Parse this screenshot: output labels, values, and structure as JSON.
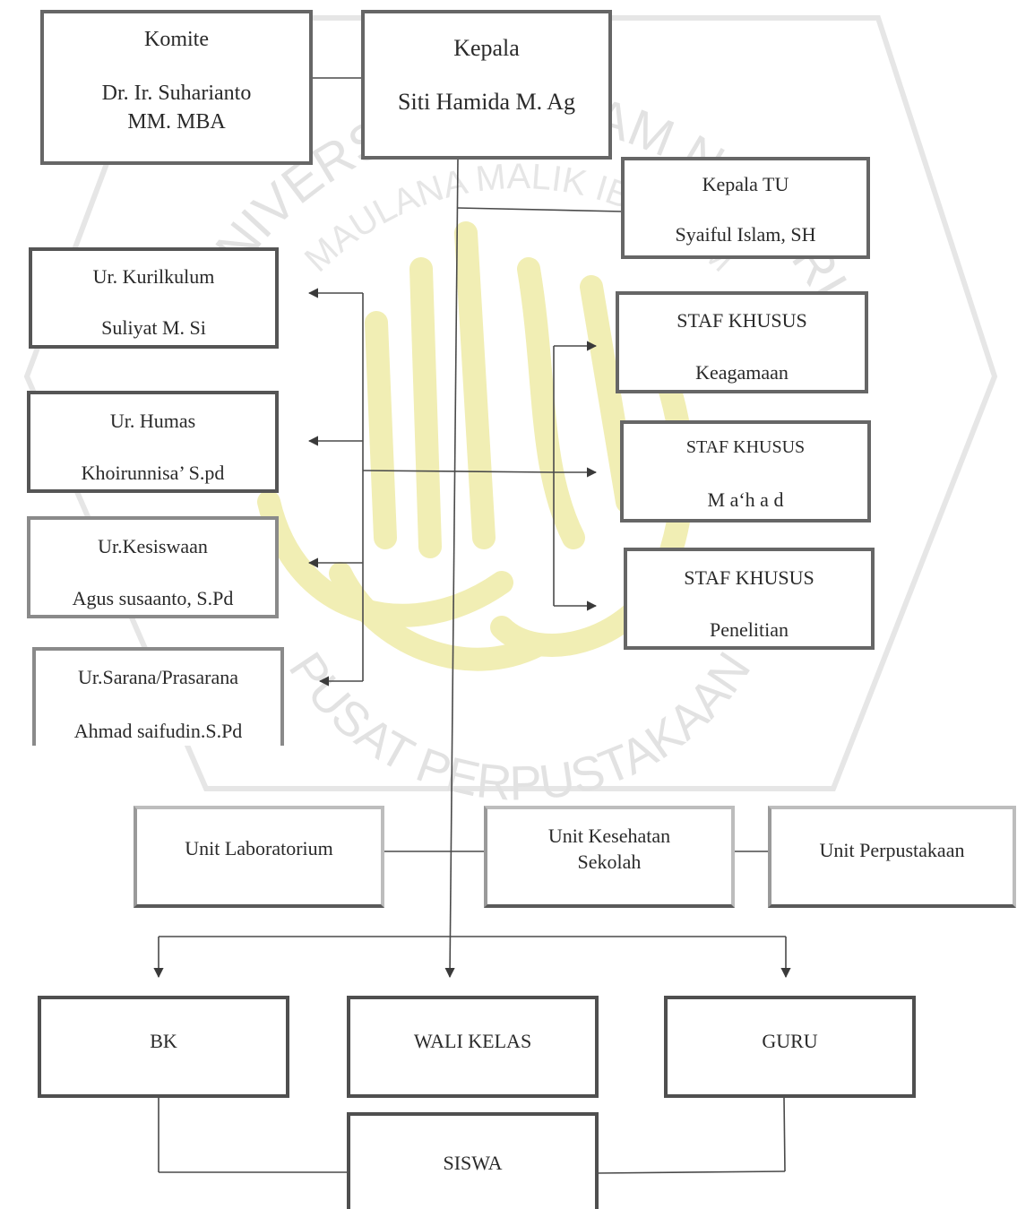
{
  "watermark": {
    "arc_text": "UNIVERSITAS ISLAM NEGERI",
    "arc_text_inner": "MAULANA MALIK IBRAHIM",
    "bottom_text": "PUSAT PERPUSTAKAAN",
    "color": "#dfdfdf",
    "emblem_color": "#f3efb0"
  },
  "komite": {
    "title": "Komite",
    "name_line1": "Dr. Ir. Suharianto",
    "name_line2": "MM. MBA"
  },
  "kepala": {
    "title": "Kepala",
    "name": "Siti Hamida M. Ag"
  },
  "kepala_tu": {
    "title": "Kepala TU",
    "name": "Syaiful Islam, SH"
  },
  "urusan": [
    {
      "title": "Ur. Kurilkulum",
      "name": "Suliyat M. Si"
    },
    {
      "title": "Ur. Humas",
      "name": "Khoirunnisa’ S.pd"
    },
    {
      "title": "Ur.Kesiswaan",
      "name": "Agus susaanto, S.Pd"
    },
    {
      "title": "Ur.Sarana/Prasarana",
      "name": "Ahmad saifudin.S.Pd"
    }
  ],
  "staf_khusus": [
    {
      "title": "STAF KHUSUS",
      "name": "Keagamaan"
    },
    {
      "title": "STAF KHUSUS",
      "name": "M a‘h a d"
    },
    {
      "title": "STAF KHUSUS",
      "name": "Penelitian"
    }
  ],
  "units": {
    "laboratorium": "Unit Laboratorium",
    "kesehatan_line1": "Unit Kesehatan",
    "kesehatan_line2": "Sekolah",
    "perpustakaan": "Unit Perpustakaan"
  },
  "bottom": {
    "bk": "BK",
    "wali_kelas": "WALI KELAS",
    "guru": "GURU",
    "siswa": "SISWA"
  }
}
